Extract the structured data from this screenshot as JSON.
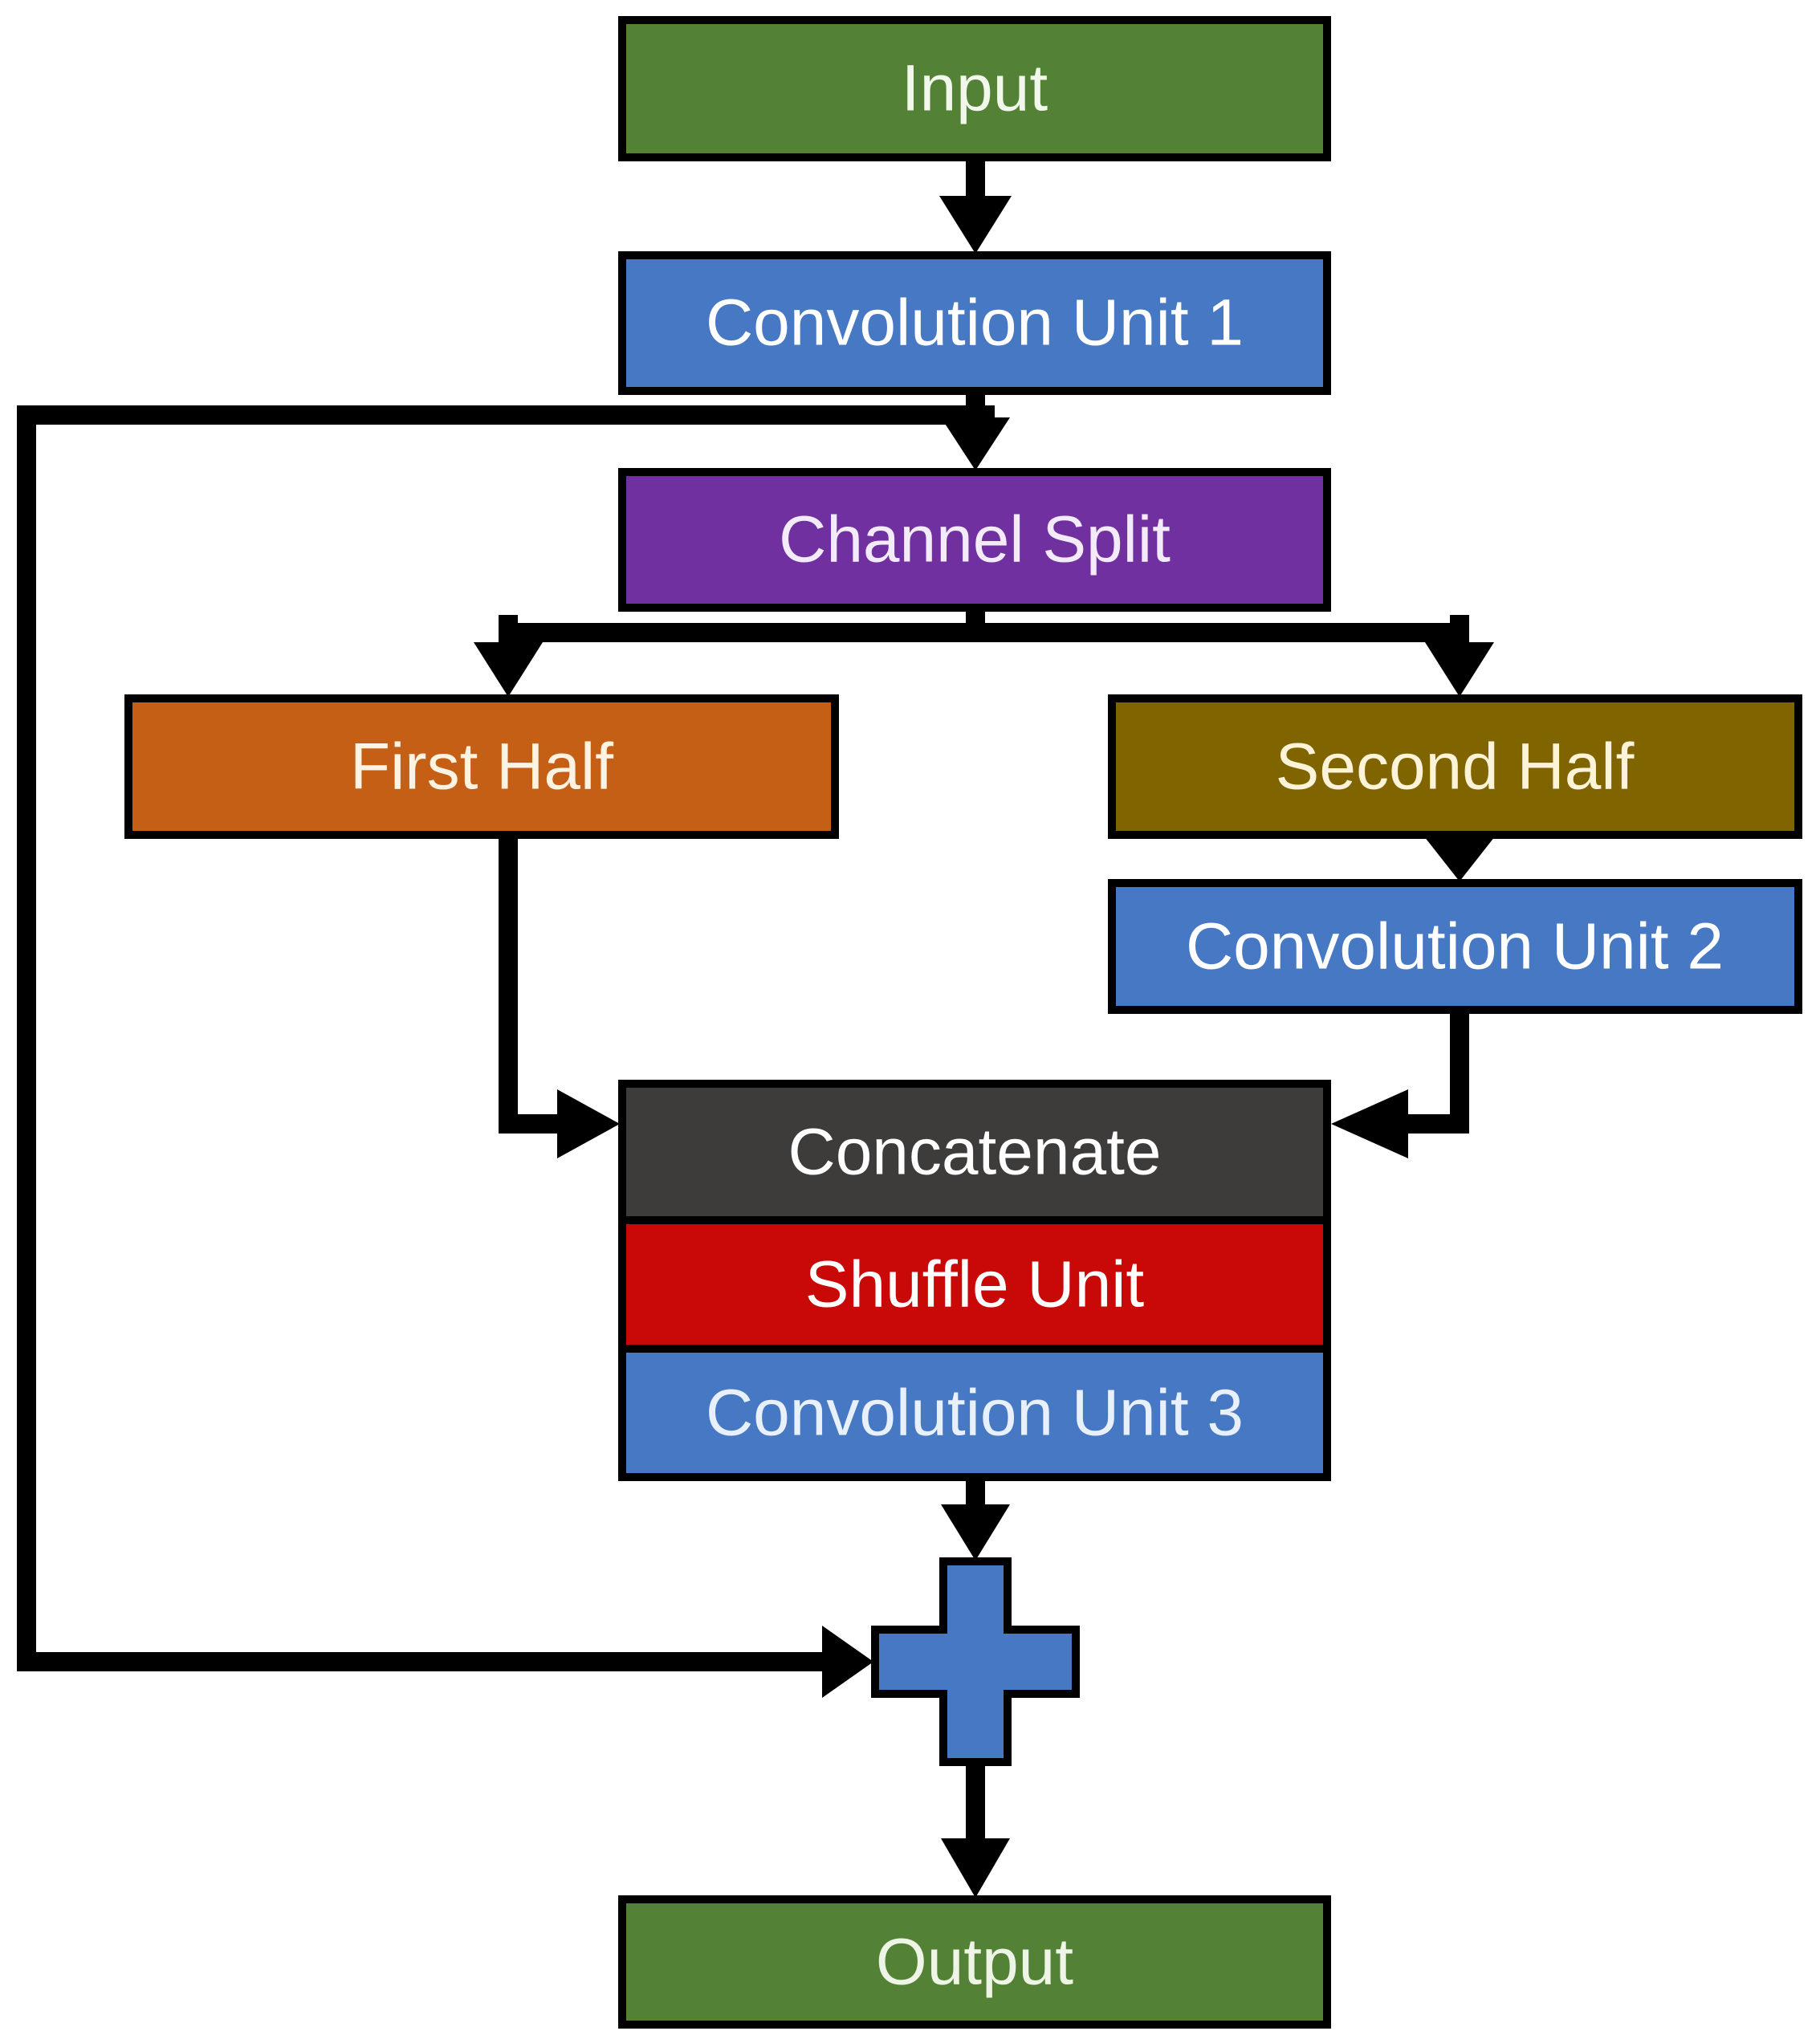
{
  "diagram": {
    "type": "flowchart",
    "title": "ShuffleNet-style block diagram",
    "background": "#ffffff",
    "line_color": "#000000",
    "border_color": "#000000",
    "nodes": {
      "input": {
        "label": "Input",
        "color": "#538135",
        "text_color": "#f2f7ec"
      },
      "conv1": {
        "label": "Convolution Unit 1",
        "color": "#4778c4",
        "text_color": "#ffffff"
      },
      "channel_split": {
        "label": "Channel Split",
        "color": "#7030a0",
        "text_color": "#f4ebfa"
      },
      "first_half": {
        "label": "First Half",
        "color": "#c55f15",
        "text_color": "#fdf3e3"
      },
      "second_half": {
        "label": "Second Half",
        "color": "#7f6400",
        "text_color": "#fdf3d8"
      },
      "conv2": {
        "label": "Convolution Unit 2",
        "color": "#4778c4",
        "text_color": "#ffffff"
      },
      "concatenate": {
        "label": "Concatenate",
        "color": "#3e3b3b",
        "text_color": "#ffffff"
      },
      "shuffle": {
        "label": "Shuffle Unit",
        "color": "#c90808",
        "text_color": "#ffffff"
      },
      "conv3": {
        "label": "Convolution Unit 3",
        "color": "#4778c4",
        "text_color": "#e8f0fb"
      },
      "add": {
        "symbol": "plus",
        "color": "#4778c4"
      },
      "output": {
        "label": "Output",
        "color": "#538135",
        "text_color": "#eef5e6"
      }
    },
    "edges": [
      {
        "from": "input",
        "to": "conv1"
      },
      {
        "from": "conv1",
        "to": "channel_split"
      },
      {
        "from": "conv1",
        "to": "add"
      },
      {
        "from": "channel_split",
        "to": "first_half"
      },
      {
        "from": "channel_split",
        "to": "second_half"
      },
      {
        "from": "second_half",
        "to": "conv2"
      },
      {
        "from": "first_half",
        "to": "concatenate"
      },
      {
        "from": "conv2",
        "to": "concatenate"
      },
      {
        "from": "concatenate",
        "to": "shuffle"
      },
      {
        "from": "shuffle",
        "to": "conv3"
      },
      {
        "from": "conv3",
        "to": "add"
      },
      {
        "from": "add",
        "to": "output"
      }
    ]
  }
}
